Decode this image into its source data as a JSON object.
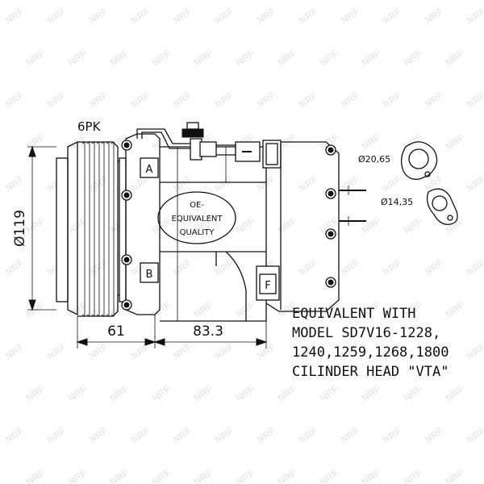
{
  "labels": {
    "belt": "6PK",
    "pulley_diameter": "Ø119",
    "port_large": "Ø20,65",
    "port_small": "Ø14,35",
    "port_a": "A",
    "port_b": "B",
    "port_f": "F",
    "dim_pulley": "61",
    "dim_body": "83.3"
  },
  "stamp": {
    "line1": "OE-",
    "line2": "EQUIVALENT",
    "line3": "QUALITY"
  },
  "note": [
    "EQUIVALENT WITH",
    "MODEL SD7V16-1228,",
    "1240,1259,1268,1800",
    "CILINDER HEAD \"VTA\""
  ],
  "watermark": "NRF"
}
